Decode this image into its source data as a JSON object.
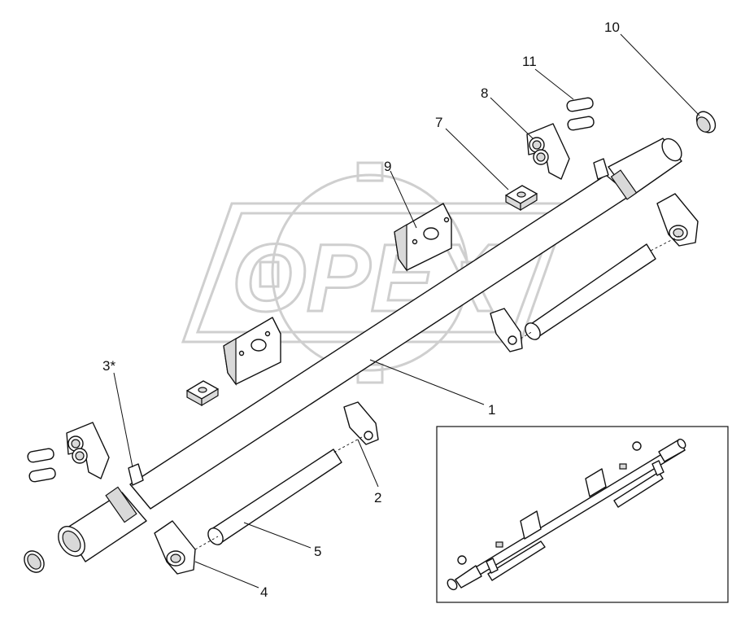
{
  "watermark": {
    "text": "OPEX"
  },
  "callouts": [
    {
      "id": "1",
      "label": "1"
    },
    {
      "id": "2",
      "label": "2"
    },
    {
      "id": "3",
      "label": "3*"
    },
    {
      "id": "4",
      "label": "4"
    },
    {
      "id": "5",
      "label": "5"
    },
    {
      "id": "7",
      "label": "7"
    },
    {
      "id": "8",
      "label": "8"
    },
    {
      "id": "9",
      "label": "9"
    },
    {
      "id": "10",
      "label": "10"
    },
    {
      "id": "11",
      "label": "11"
    }
  ]
}
